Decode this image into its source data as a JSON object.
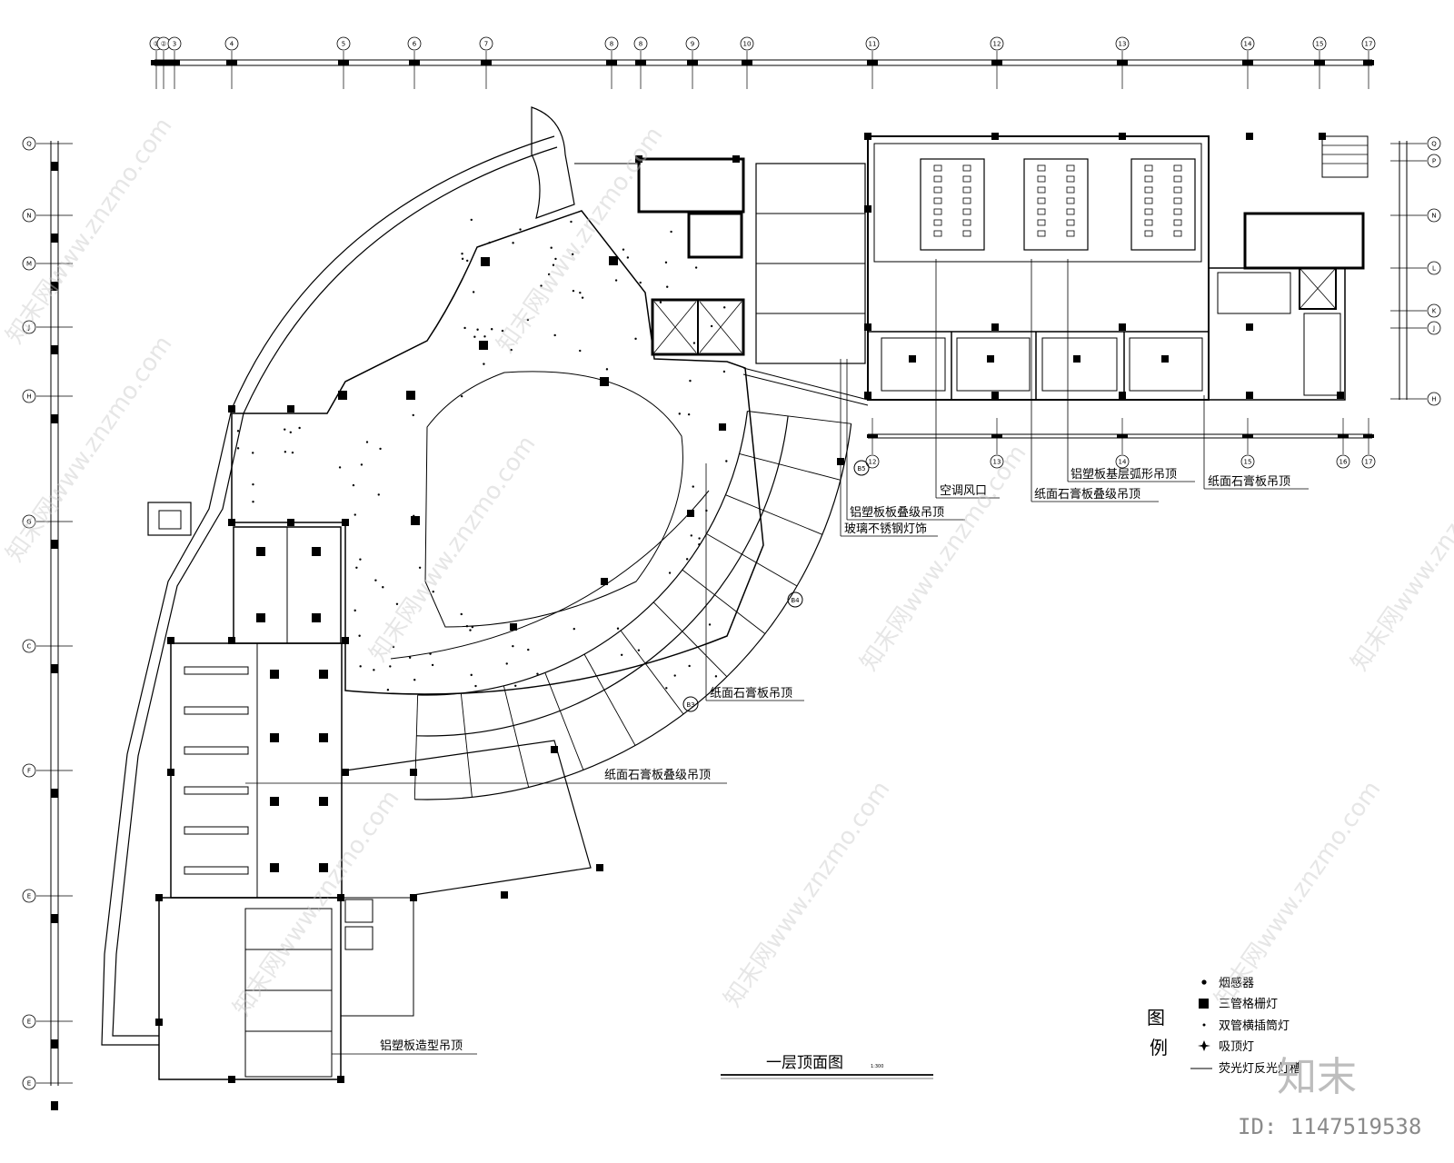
{
  "drawing": {
    "title": "一层顶面图",
    "scale": "1:300"
  },
  "axes": {
    "top": [
      "①",
      "②",
      "3",
      "4",
      "5",
      "6",
      "7",
      "8",
      "8",
      "9",
      "10",
      "11",
      "12",
      "13",
      "14",
      "15",
      "17"
    ],
    "left": [
      "Q",
      "N",
      "M",
      "J",
      "H",
      "G",
      "C",
      "F",
      "E",
      "E",
      "E"
    ],
    "right": [
      "Q",
      "P",
      "N",
      "L",
      "K",
      "J",
      "H"
    ],
    "lower": [
      "12",
      "13",
      "14",
      "15",
      "16",
      "17"
    ]
  },
  "section_marks": [
    "B5",
    "B4",
    "B3"
  ],
  "callouts": [
    "空调风口",
    "铝塑板基层弧形吊顶",
    "纸面石膏板吊顶",
    "纸面石膏板叠级吊顶",
    "铝塑板板叠级吊顶",
    "玻璃不锈钢灯饰",
    "纸面石膏板吊顶",
    "纸面石膏板叠级吊顶",
    "铝塑板造型吊顶"
  ],
  "legend": {
    "heading_1": "图",
    "heading_2": "例",
    "items": [
      {
        "symbol": "smoke-detector",
        "label": "烟感器"
      },
      {
        "symbol": "grille-light",
        "label": "三管格栅灯"
      },
      {
        "symbol": "downlight",
        "label": "双管横插筒灯"
      },
      {
        "symbol": "ceiling-light",
        "label": "吸顶灯"
      },
      {
        "symbol": "fluorescent-slot",
        "label": "荧光灯反光灯槽"
      }
    ]
  },
  "watermark": {
    "text": "知末网www.znzmo.com",
    "brand": "知末",
    "id": "ID: 1147519538"
  }
}
